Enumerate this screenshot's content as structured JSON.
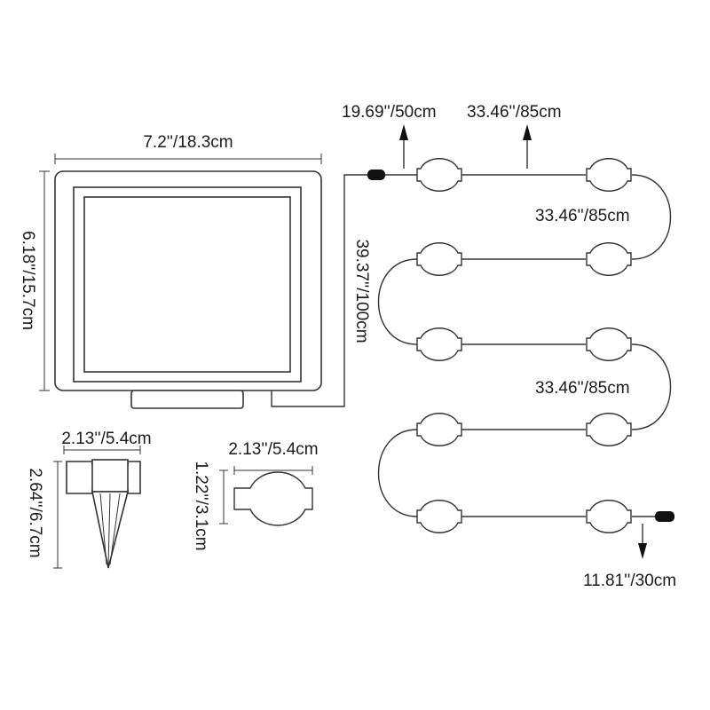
{
  "labels": {
    "panel_width": "7.2''/18.3cm",
    "panel_height": "6.18''/15.7cm",
    "cable_length": "39.37''/100cm",
    "lead_length": "19.69''/50cm",
    "spacing_top": "33.46''/85cm",
    "spacing_right_1": "33.46''/85cm",
    "spacing_right_2": "33.46''/85cm",
    "end_length": "11.81''/30cm",
    "stake_width": "2.13''/5.4cm",
    "stake_height": "2.64''/6.7cm",
    "bulb_width": "2.13''/5.4cm",
    "bulb_height": "1.22''/3.1cm"
  },
  "colors": {
    "line": "#333333",
    "connector": "#111111"
  }
}
